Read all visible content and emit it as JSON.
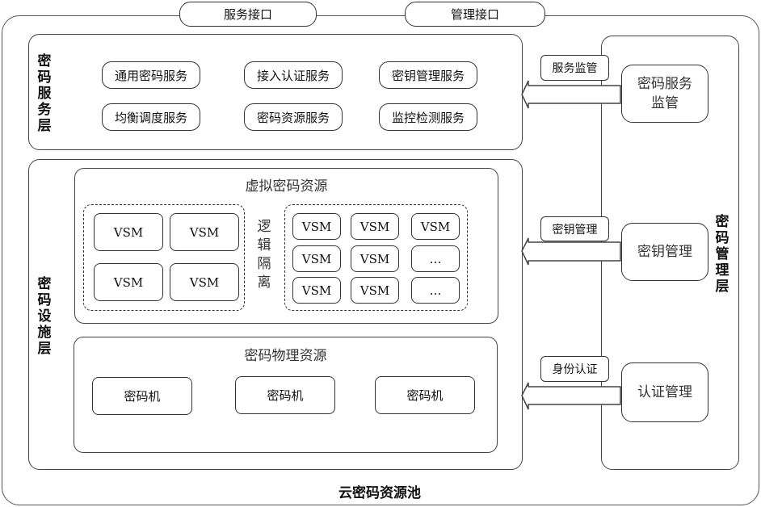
{
  "interfaces": {
    "service": "服务接口",
    "management": "管理接口"
  },
  "pool_title": "云密码资源池",
  "service_layer": {
    "label": "密码服务层",
    "services": [
      "通用密码服务",
      "接入认证服务",
      "密钥管理服务",
      "均衡调度服务",
      "密码资源服务",
      "监控检测服务"
    ]
  },
  "infra_layer": {
    "label": "密码设施层",
    "virtual": {
      "title": "虚拟密码资源",
      "left_group": [
        "VSM",
        "VSM",
        "VSM",
        "VSM"
      ],
      "isolation_label": "逻辑隔离",
      "right_group": [
        "VSM",
        "VSM",
        "VSM",
        "VSM",
        "VSM",
        "…",
        "VSM",
        "VSM",
        "…"
      ]
    },
    "physical": {
      "title": "密码物理资源",
      "machines": [
        "密码机",
        "密码机",
        "密码机"
      ]
    }
  },
  "mgmt_layer": {
    "label": "密码管理层",
    "modules": [
      {
        "name": "密码服务监管",
        "flow": "服务监管"
      },
      {
        "name": "密钥管理",
        "flow": "密钥管理"
      },
      {
        "name": "认证管理",
        "flow": "身份认证"
      }
    ]
  }
}
